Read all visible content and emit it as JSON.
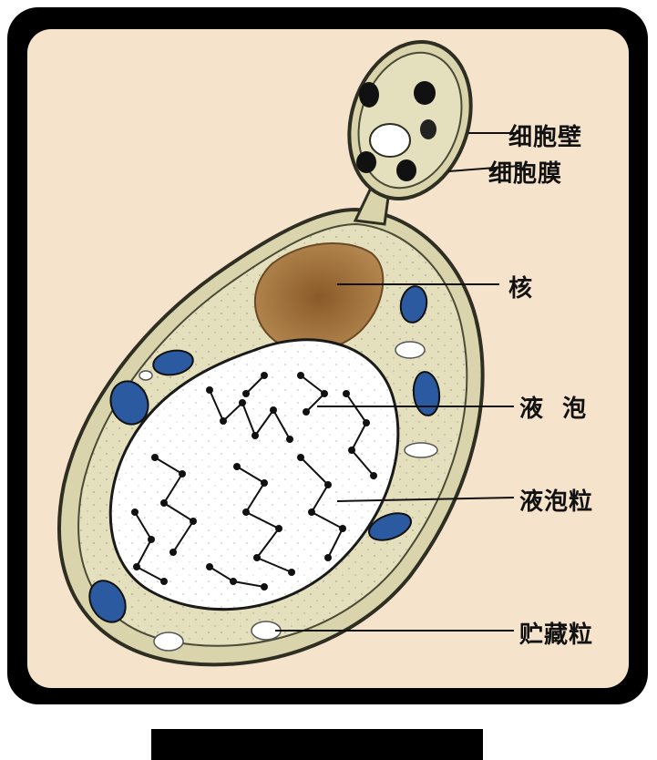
{
  "labels": {
    "cell_wall": "细胞壁",
    "cell_membrane": "细胞膜",
    "nucleus": "核",
    "vacuole": "液  泡",
    "vacuole_granule": "液泡粒",
    "storage_granule": "贮藏粒"
  },
  "colors": {
    "background": "#f6e3cb",
    "frame": "#000000",
    "cell_wall": "#3a3a2a",
    "cytoplasm": "#e2ddb8",
    "nucleus": "#9a6a34",
    "mitochondria": "#2c5aa0",
    "vacuole": "#ffffff"
  }
}
